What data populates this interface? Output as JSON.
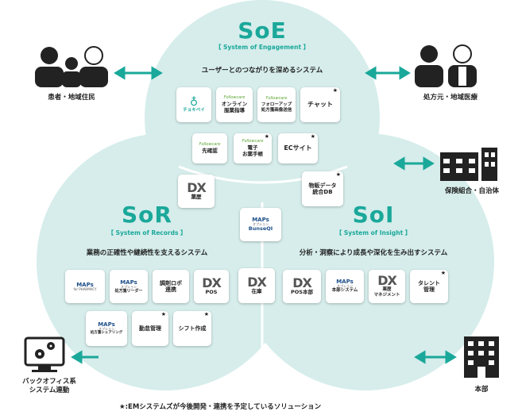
{
  "soe": {
    "title": "SoE",
    "subtitle": "【 System of Engagement 】",
    "description": "ユーザーとのつながりを深めるシステム"
  },
  "sor": {
    "title": "SoR",
    "subtitle": "【 System of Records 】",
    "description": "業務の正確性や継続性を支えるシステム"
  },
  "soi": {
    "title": "SoI",
    "subtitle": "【 System of Insight 】",
    "description": "分析・洞察により成長や深化を生み出すシステム"
  },
  "actors": {
    "patients": "患者・地域住民",
    "prescribers": "処方元・地域医療",
    "insurers": "保険組合・自治体",
    "back_office": "バックオフィス系\nシステム連動",
    "headquarters": "本部"
  },
  "brand": {
    "followcare": "Followcare",
    "maps": "MAPs",
    "maps_sub": "オプション",
    "maps_pharmacy": "for PHARMACY"
  },
  "cards": {
    "chokipei": "チョキペイ",
    "online": "オンライン\n服薬指導",
    "followup": "フォローアップ\n処方箋画像送信",
    "chat": "チャット",
    "sakikakunin": "先確認",
    "denshi": "電子\nお薬手帳",
    "ec": "ECサイト",
    "dx_yakureki": "薬歴",
    "bunseqi": "BunseQI",
    "butsuhan": "物販データ\n統合DB",
    "shohosen_reader": "処方箋リーダー",
    "chozai_robo": "調剤ロボ\n連携",
    "pos": "POS",
    "zaiko": "在庫",
    "pos_honbu": "POS本部",
    "honbu_system": "本部システム",
    "yakureki_mgmt": "薬歴\nマネジメント",
    "talent": "タレント\n管理",
    "shohosen_share": "処方箋シェアリング",
    "kintai": "勤怠管理",
    "shift": "シフト作成",
    "dx": "DX",
    "star": "★"
  },
  "footer": "★:EMシステムズが今後開発・連携を予定しているソリューション",
  "colors": {
    "circle": "#cfe9e6",
    "accent": "#1aa89a",
    "maps": "#1e4f8a",
    "followcare": "#5aa62e"
  }
}
